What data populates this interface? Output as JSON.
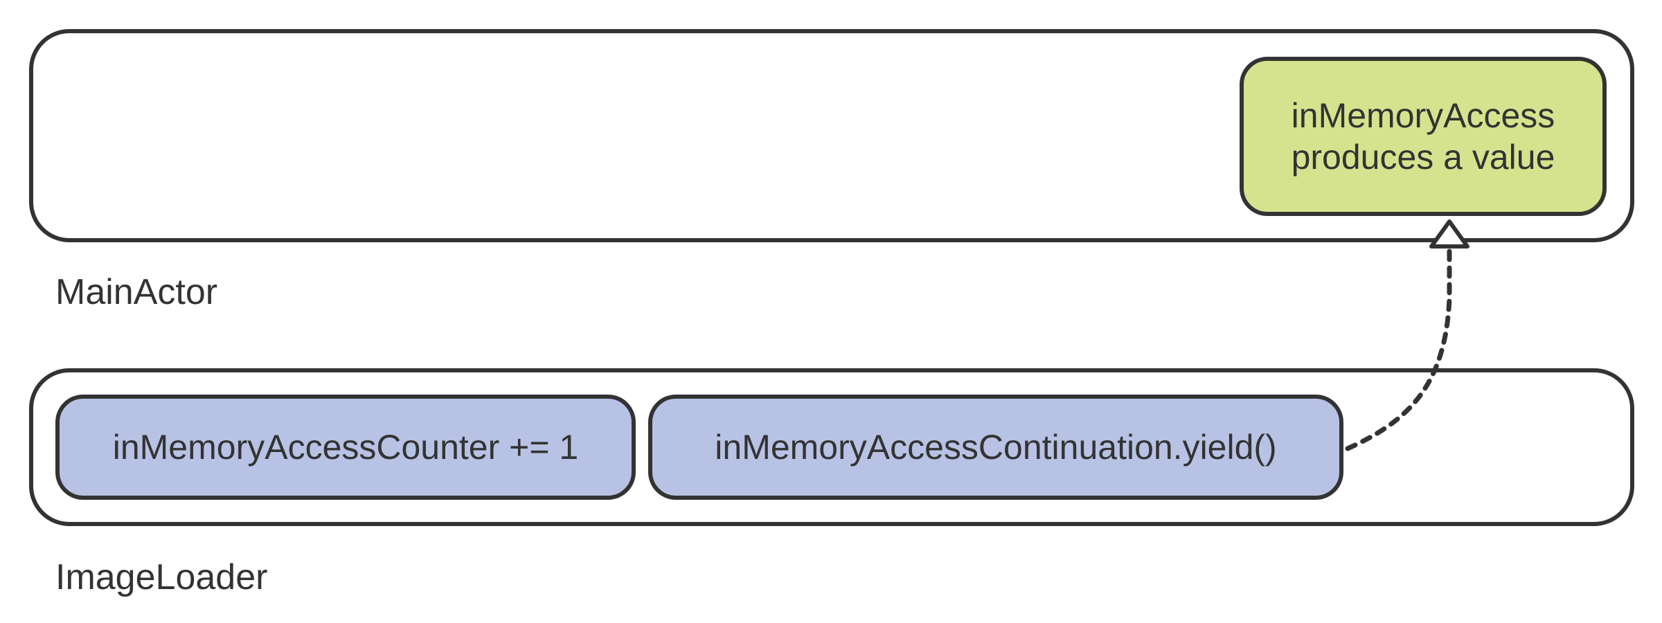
{
  "lanes": {
    "main_actor": {
      "label": "MainActor"
    },
    "image_loader": {
      "label": "ImageLoader"
    }
  },
  "nodes": {
    "produces_value": {
      "line1": "inMemoryAccess",
      "line2": "produces a value",
      "color": "#d6e38e"
    },
    "counter": {
      "text": "inMemoryAccessCounter += 1",
      "color": "#b8c2e4"
    },
    "yield": {
      "text": "inMemoryAccessContinuation.yield()",
      "color": "#b8c2e4"
    }
  },
  "edges": [
    {
      "from": "yield",
      "to": "produces_value",
      "style": "dashed",
      "arrowhead": "hollow-triangle"
    }
  ]
}
